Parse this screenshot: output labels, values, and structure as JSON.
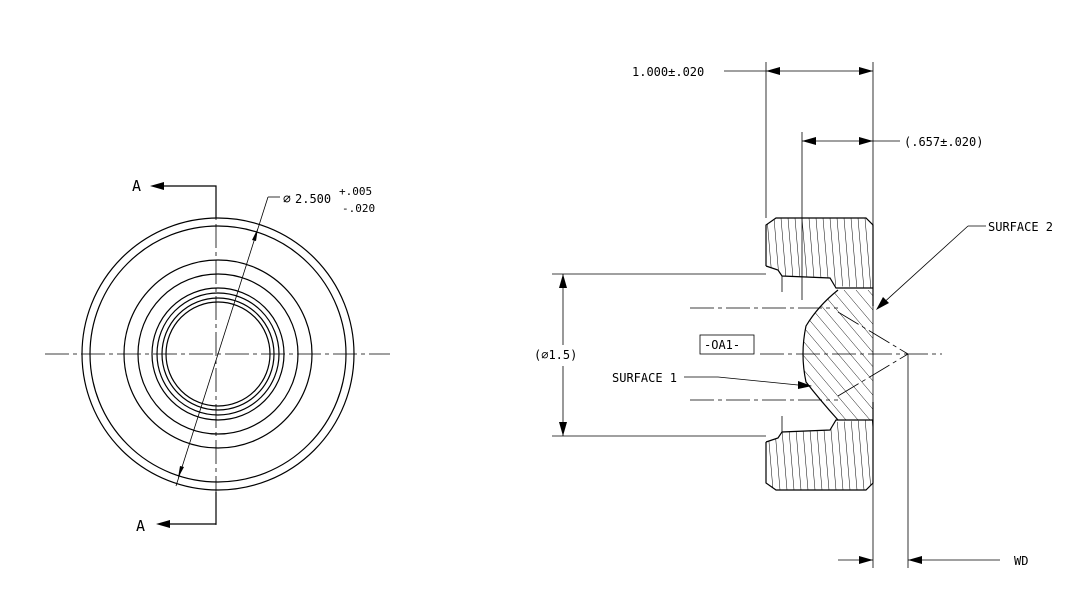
{
  "front_view": {
    "section_label_top": "A",
    "section_label_bottom": "A",
    "diameter_symbol": "∅",
    "diameter_value": "2.500",
    "tol_upper": "+.005",
    "tol_lower": "-.020"
  },
  "section_view": {
    "width_dim": "1.000±.020",
    "depth_dim": "(.657±.020)",
    "bore_dia_dim": "(∅1.5)",
    "datum_label": "-OA1-",
    "surface1_label": "SURFACE 1",
    "surface2_label": "SURFACE 2",
    "wd_label": "WD"
  },
  "colors": {
    "line": "#000000",
    "background": "#ffffff"
  }
}
